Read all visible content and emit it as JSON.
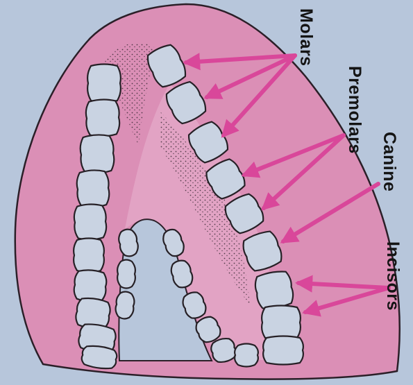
{
  "labels": {
    "molars": "Molars",
    "premolars": "Premolars",
    "canine": "Canine",
    "incisors": "Incisors"
  },
  "colors": {
    "background": "#b7c6db",
    "gum": "#db8fb6",
    "gum_edge": "#2b1f28",
    "tooth": "#c9d3e2",
    "tooth_edge": "#262026",
    "arrow": "#d9479a"
  },
  "icons": {
    "arrow": "arrow-icon"
  }
}
